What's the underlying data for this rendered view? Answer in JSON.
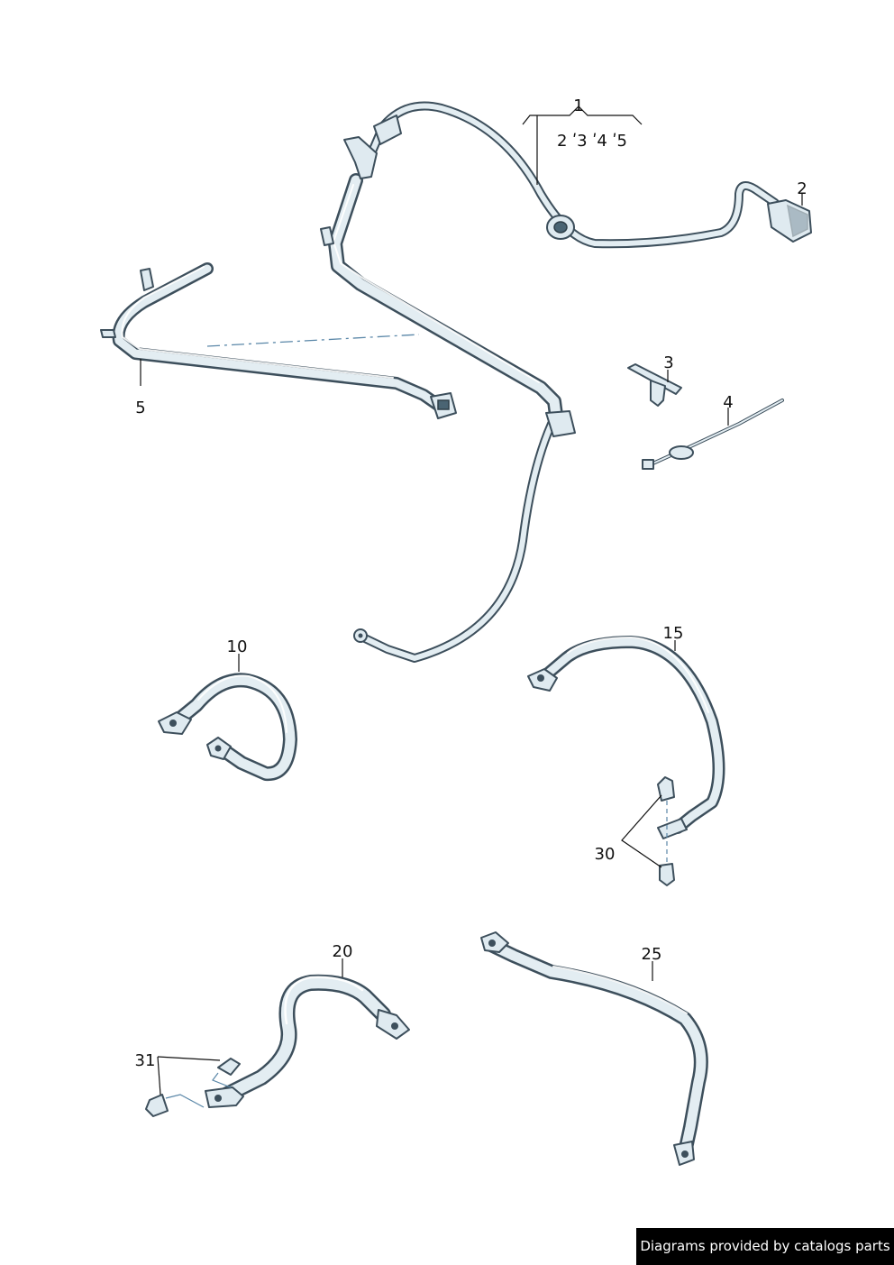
{
  "callouts": {
    "c1": "1",
    "c1_sub": "2 ʹ3 ʹ4 ʹ5",
    "c2": "2",
    "c3": "3",
    "c4": "4",
    "c5": "5",
    "c10": "10",
    "c15": "15",
    "c20": "20",
    "c25": "25",
    "c30": "30",
    "c31": "31"
  },
  "credit": "Diagrams provided by catalogs parts",
  "colors": {
    "cable_outline": "#3d4f5c",
    "cable_fill": "#e3edf2",
    "leader_line": "#111111",
    "dash_line": "#5a87a8"
  }
}
